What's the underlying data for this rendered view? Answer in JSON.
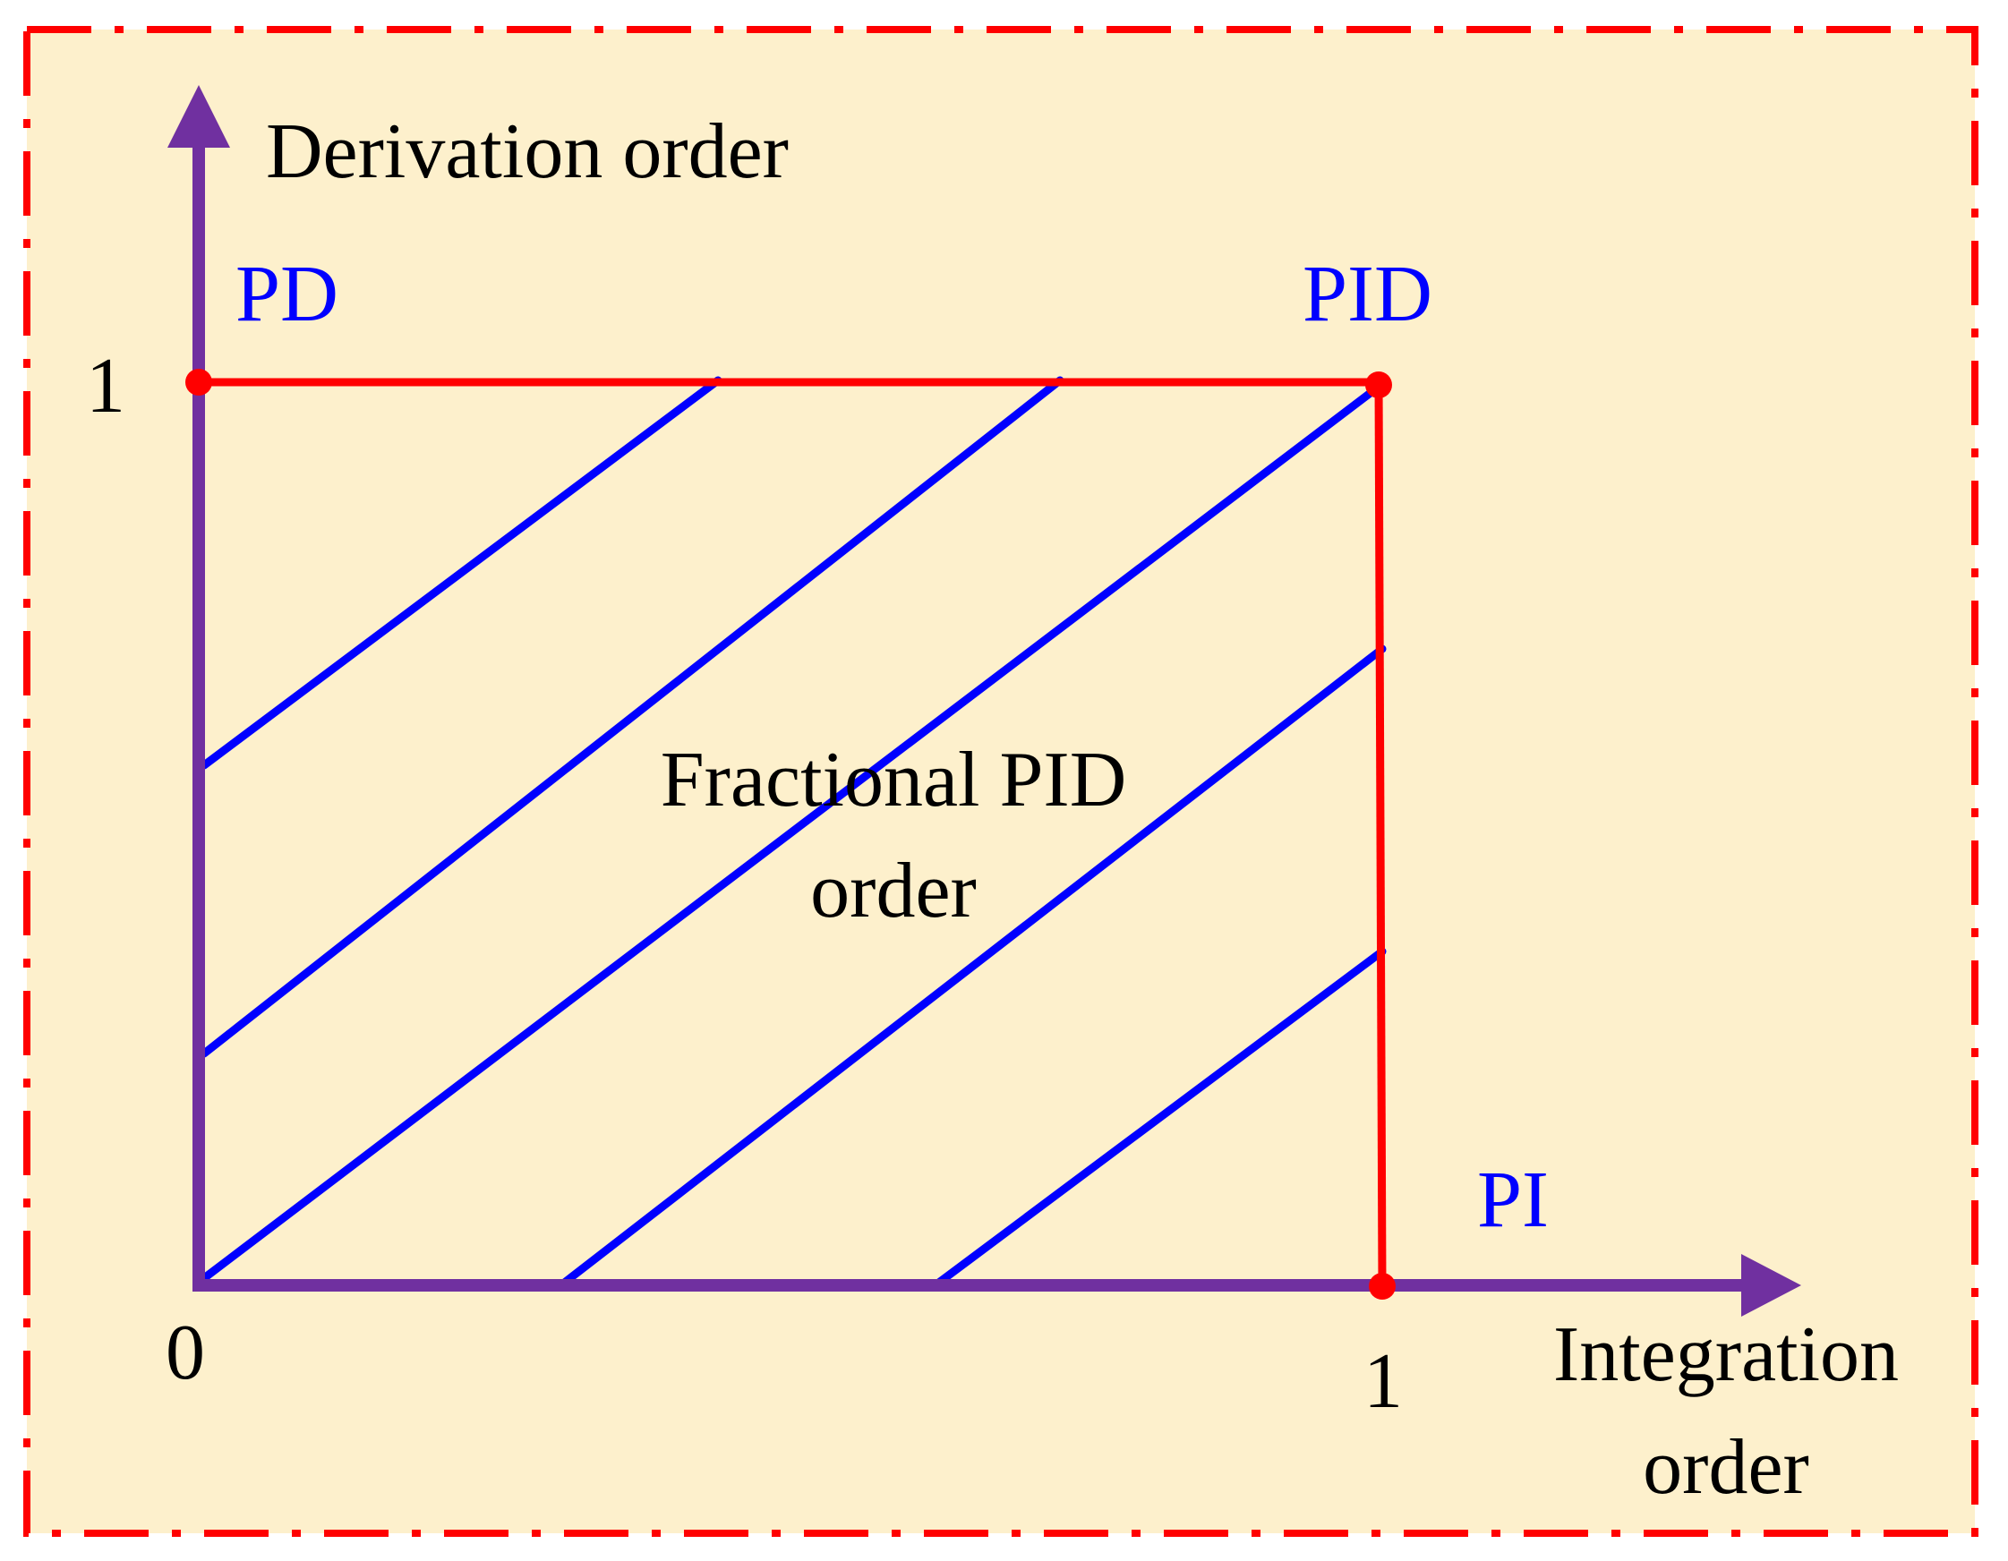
{
  "axes": {
    "y_label": "Derivation order",
    "x_label_line1": "Integration",
    "x_label_line2": "order",
    "origin_label": "0",
    "y_tick_label": "1",
    "x_tick_label": "1"
  },
  "corners": {
    "pd": "PD",
    "pid": "PID",
    "pi": "PI"
  },
  "region": {
    "line1": "Fractional PID",
    "line2": "order"
  },
  "colors": {
    "background": "#fdf0cc",
    "frame": "#ff0000",
    "axis": "#7030a0",
    "boundary": "#ff0000",
    "hatch": "#0000ff",
    "corner_label": "#0000ff",
    "text": "#000000"
  }
}
